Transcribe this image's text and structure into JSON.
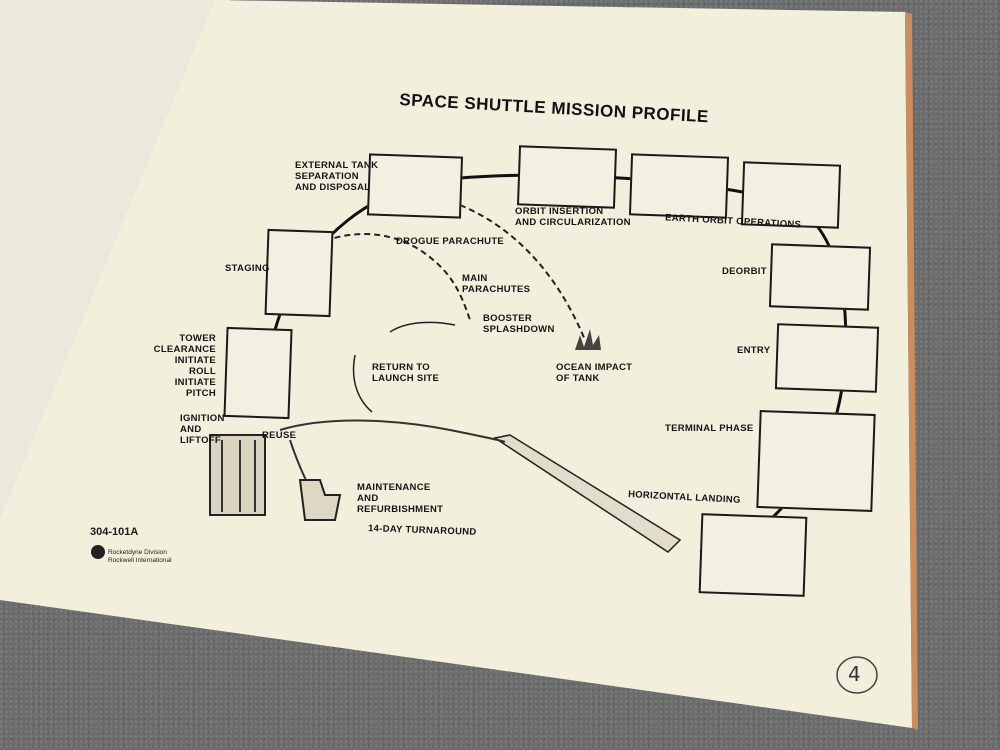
{
  "diagram": {
    "title": "SPACE SHUTTLE MISSION PROFILE",
    "stages": {
      "external_tank": "EXTERNAL TANK\nSEPARATION\nAND DISPOSAL",
      "orbit_insertion": "ORBIT INSERTION\nAND CIRCULARIZATION",
      "earth_orbit": "EARTH ORBIT OPERATIONS",
      "deorbit": "DEORBIT",
      "entry": "ENTRY",
      "terminal_phase": "TERMINAL PHASE",
      "horizontal_landing": "HORIZONTAL LANDING",
      "staging": "STAGING",
      "tower_clearance": "TOWER\nCLEARANCE\nINITIATE ROLL\nINITIATE PITCH",
      "ignition": "IGNITION\nAND\nLIFTOFF",
      "reuse": "REUSE",
      "maintenance": "MAINTENANCE\nAND\nREFURBISHMENT",
      "turnaround": "14-DAY TURNAROUND"
    },
    "booster": {
      "drogue": "DROGUE PARACHUTE",
      "main": "MAIN\nPARACHUTES",
      "splashdown": "BOOSTER\nSPLASHDOWN",
      "return": "RETURN TO\nLAUNCH SITE",
      "ocean_impact": "OCEAN IMPACT\nOF TANK"
    }
  },
  "footer": {
    "code": "304-101A",
    "company_line1": "Rocketdyne Division",
    "company_line2": "Rockwell International",
    "page_number": "4"
  }
}
